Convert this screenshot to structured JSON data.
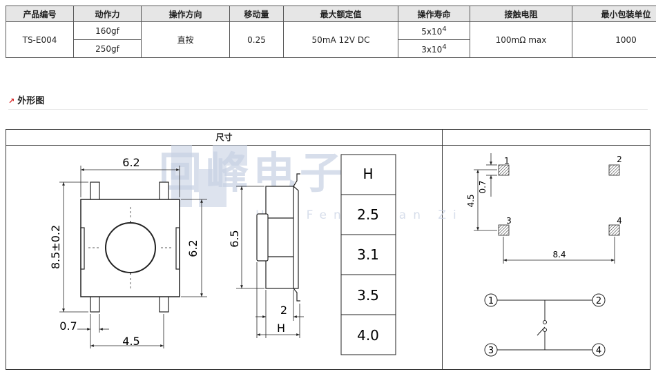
{
  "spec_table": {
    "headers": [
      "产品编号",
      "动作力",
      "操作方向",
      "移动量",
      "最大额定值",
      "操作寿命",
      "接触电阻",
      "最小包装单位"
    ],
    "part_no": "TS-E004",
    "force_1": "160gf",
    "force_2": "250gf",
    "direction": "直按",
    "travel": "0.25",
    "rating": "50mA 12V DC",
    "life_1_base": "5x10",
    "life_1_exp": "4",
    "life_2_base": "3x10",
    "life_2_exp": "4",
    "resistance": "100mΩ max",
    "packing": "1000"
  },
  "section": {
    "title": "外形图"
  },
  "drawing": {
    "header_title": "尺寸",
    "watermark": "回峰电子",
    "watermark_sub": "Hui Feng Dian Zi",
    "front_view": {
      "width_top": "6.2",
      "height_left": "8.5±0.2",
      "height_right": "6.2",
      "pin_width": "0.7",
      "pin_pitch": "4.5"
    },
    "side_view": {
      "height": "6.5",
      "width": "2",
      "h_label": "H"
    },
    "h_table": {
      "header": "H",
      "values": [
        "2.5",
        "3.1",
        "3.5",
        "4.0"
      ]
    },
    "footprint": {
      "pin1": "1",
      "pin2": "2",
      "pin3": "3",
      "pin4": "4",
      "pad_size": "0.7",
      "pitch_v": "4.5",
      "pitch_h": "8.4"
    },
    "schematic": {
      "n1": "1",
      "n2": "2",
      "n3": "3",
      "n4": "4"
    }
  }
}
